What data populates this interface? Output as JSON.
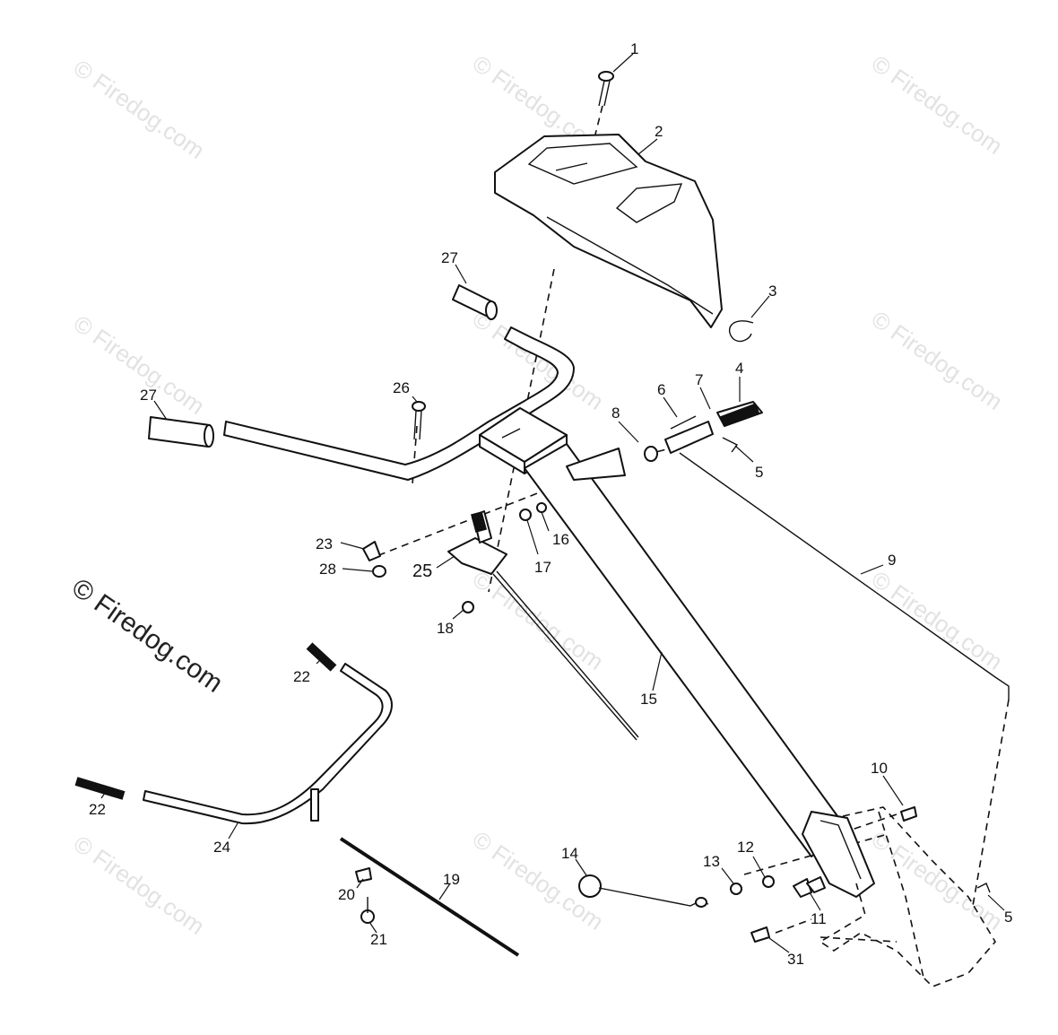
{
  "diagram": {
    "watermark": "© Firedog.com",
    "callouts": {
      "c1": "1",
      "c2": "2",
      "c3": "3",
      "c4": "4",
      "c5a": "5",
      "c5b": "5",
      "c6": "6",
      "c7": "7",
      "c8": "8",
      "c9": "9",
      "c10": "10",
      "c11": "11",
      "c12": "12",
      "c13": "13",
      "c14": "14",
      "c15": "15",
      "c16": "16",
      "c17": "17",
      "c18": "18",
      "c19": "19",
      "c20": "20",
      "c21": "21",
      "c22a": "22",
      "c22b": "22",
      "c23": "23",
      "c24": "24",
      "c25": "25",
      "c26": "26",
      "c27a": "27",
      "c27b": "27",
      "c28": "28",
      "c31": "31"
    }
  }
}
